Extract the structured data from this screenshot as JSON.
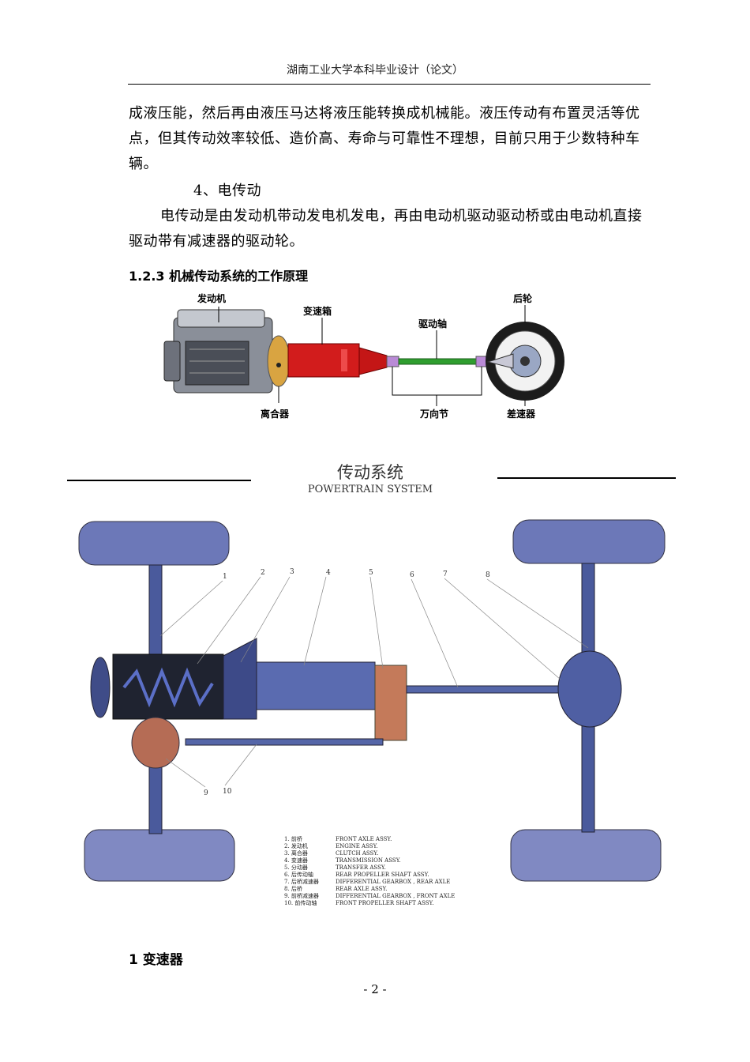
{
  "header": {
    "title": "湖南工业大学本科毕业设计（论文）"
  },
  "body": {
    "para1": "成液压能，然后再由液压马达将液压能转换成机械能。液压传动有布置灵活等优点，但其传动效率较低、造价高、寿命与可靠性不理想，目前只用于少数特种车辆。",
    "item4": "4、电传动",
    "para2": "电传动是由发动机带动发电机发电，再由电动机驱动驱动桥或由电动机直接驱动带有减速器的驱动轮。",
    "section": "1.2.3 机械传动系统的工作原理",
    "subsection": "1 变速器"
  },
  "figure1": {
    "labels": {
      "engine": "发动机",
      "gearbox": "变速箱",
      "driveshaft": "驱动轴",
      "rear_wheel": "后轮",
      "clutch": "离合器",
      "ujoint": "万向节",
      "differential": "差速器"
    }
  },
  "figure2": {
    "title_cn": "传动系统",
    "title_en": "POWERTRAIN SYSTEM",
    "numbers": [
      "1",
      "2",
      "3",
      "4",
      "5",
      "6",
      "7",
      "8",
      "9",
      "10"
    ],
    "legend": [
      {
        "cn": "1. 前桥",
        "en": "FRONT AXLE ASSY."
      },
      {
        "cn": "2. 发动机",
        "en": "ENGINE ASSY."
      },
      {
        "cn": "3. 离合器",
        "en": "CLUTCH ASSY."
      },
      {
        "cn": "4. 变速器",
        "en": "TRANSMISSION ASSY."
      },
      {
        "cn": "5. 分动器",
        "en": "TRANSFER ASSY."
      },
      {
        "cn": "6. 后传动轴",
        "en": "REAR PROPELLER SHAFT ASSY."
      },
      {
        "cn": "7. 后桥减速器",
        "en": "DIFFERENTIAL GEARBOX , REAR AXLE"
      },
      {
        "cn": "8. 后桥",
        "en": "REAR AXLE ASSY."
      },
      {
        "cn": "9. 前桥减速器",
        "en": "DIFFERENTIAL GEARBOX , FRONT AXLE"
      },
      {
        "cn": "10. 前传动轴",
        "en": "FRONT PROPELLER SHAFT ASSY."
      }
    ]
  },
  "footer": {
    "page": "- 2 -"
  }
}
